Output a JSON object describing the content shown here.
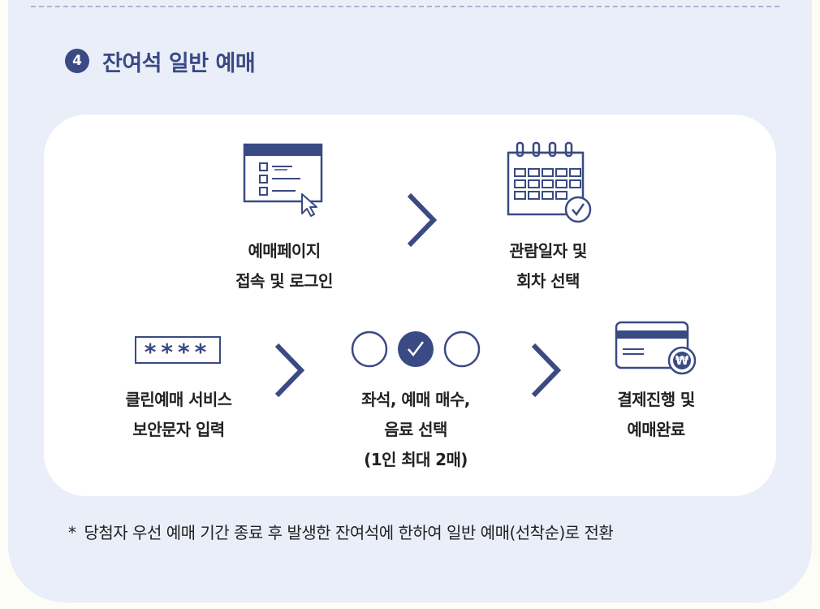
{
  "section": {
    "number": "4",
    "title": "잔여석 일반 예매"
  },
  "steps": [
    {
      "lines": [
        "예매페이지",
        "접속 및 로그인"
      ],
      "icon": "web-page-cursor-icon"
    },
    {
      "lines": [
        "관람일자 및",
        "회차 선택"
      ],
      "icon": "calendar-check-icon"
    },
    {
      "lines": [
        "클린예매 서비스",
        "보안문자 입력"
      ],
      "icon": "password-field-icon",
      "mask": "****"
    },
    {
      "lines": [
        "좌석, 예매 매수,",
        "음료 선택",
        "(1인 최대 2매)"
      ],
      "icon": "select-options-icon"
    },
    {
      "lines": [
        "결제진행 및",
        "예매완료"
      ],
      "icon": "card-payment-icon",
      "currency": "₩"
    }
  ],
  "note": {
    "mark": "*",
    "text": "당첨자 우선 예매 기간 종료 후 발생한 잔여석에 한하여 일반 예매(선착순)로 전환"
  },
  "colors": {
    "navy": "#3a4a84",
    "panel": "#e9eef8",
    "card": "#ffffff"
  }
}
